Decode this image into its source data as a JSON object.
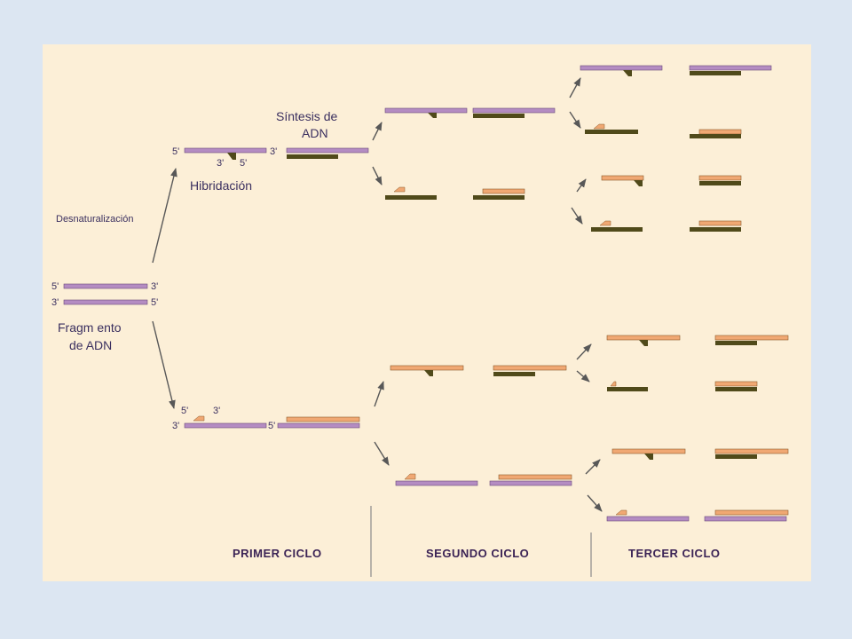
{
  "labels": {
    "denaturation": "Desnaturalización",
    "fragment_line1": "Fragm ento",
    "fragment_line2": "de ADN",
    "synthesis_line1": "Síntesis de",
    "synthesis_line2": "ADN",
    "hybridization": "Hibridación"
  },
  "ends": {
    "five": "5'",
    "three": "3'"
  },
  "cycles": [
    "PRIMER CICLO",
    "SEGUNDO CICLO",
    "TERCER CICLO"
  ],
  "colors": {
    "page_bg": "#dce6f2",
    "panel_bg": "#fcefd7",
    "template_strand": "#b48cc2",
    "new_strand": "#f0a873",
    "primer": "#504a1a",
    "arrow": "#585858",
    "divider": "#8a8a8a",
    "text": "#3a2f5f"
  }
}
